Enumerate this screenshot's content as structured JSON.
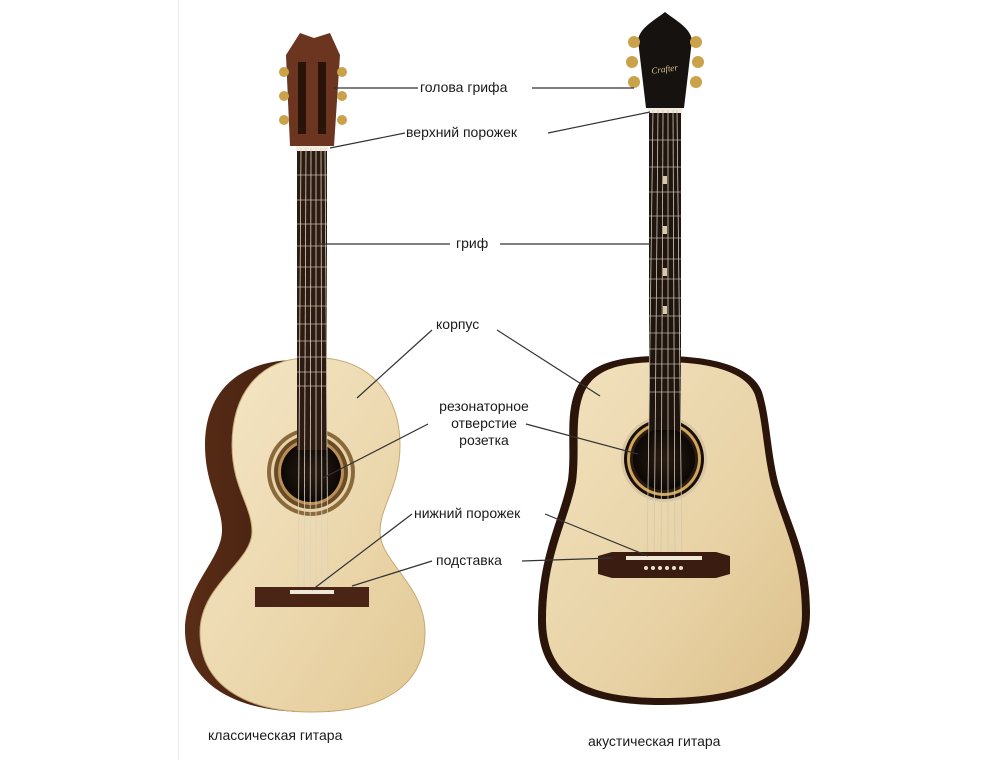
{
  "labels": {
    "headstock": "голова грифа",
    "nut": "верхний порожек",
    "neck": "гриф",
    "body": "корпус",
    "soundhole_line1": "резонаторное",
    "soundhole_line2": "отверстие",
    "soundhole_line3": "розетка",
    "saddle": "нижний порожек",
    "bridge": "подставка"
  },
  "captions": {
    "classical": "классическая гитара",
    "acoustic": "акустическая гитара"
  },
  "logo_text": "Crafter",
  "colors": {
    "spruce_top": "#ecd9b0",
    "spruce_top_light": "#f6ead0",
    "rosewood_sides": "#4a2614",
    "fretboard": "#2a1a12",
    "headstock_classical": "#6b3520",
    "headstock_acoustic": "#161210",
    "tuner_gold": "#c9a24a",
    "leader_line": "#333333"
  }
}
